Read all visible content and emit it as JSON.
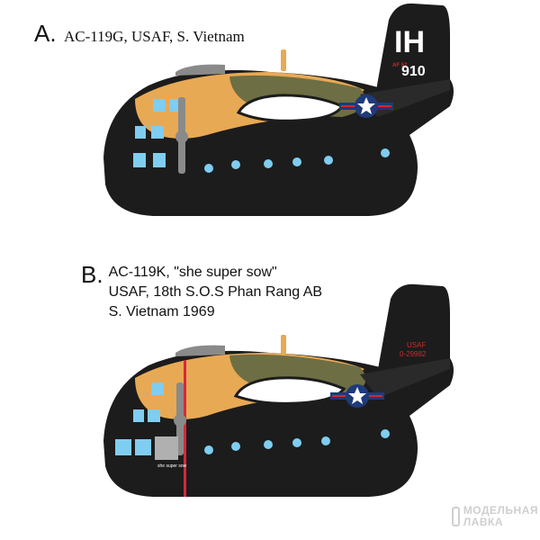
{
  "profiles": [
    {
      "letter": "A.",
      "caption": "AC-119G,  USAF, S. Vietnam",
      "tail_code": "IH",
      "serial": "910",
      "serial_prefix": "AF 52"
    },
    {
      "letter": "B.",
      "caption_lines": [
        "AC-119K,  \"she super sow\"",
        "USAF, 18th S.O.S Phan Rang AB",
        "S. Vietnam 1969"
      ],
      "tail_marking_line1": "USAF",
      "tail_marking_line2": "0-29982",
      "nose_art_text": "she super sow"
    }
  ],
  "colors": {
    "black": "#1c1c1c",
    "tan": "#e8a954",
    "olive": "#6e6e44",
    "window_blue": "#7fcdf0",
    "insignia_red": "#d02a2a",
    "insignia_blue": "#1f3a7a",
    "fuselage_stripe": "#d8283a"
  },
  "watermark": {
    "line1": "МОДЕЛЬНАЯ",
    "line2": "ЛАВКА"
  }
}
